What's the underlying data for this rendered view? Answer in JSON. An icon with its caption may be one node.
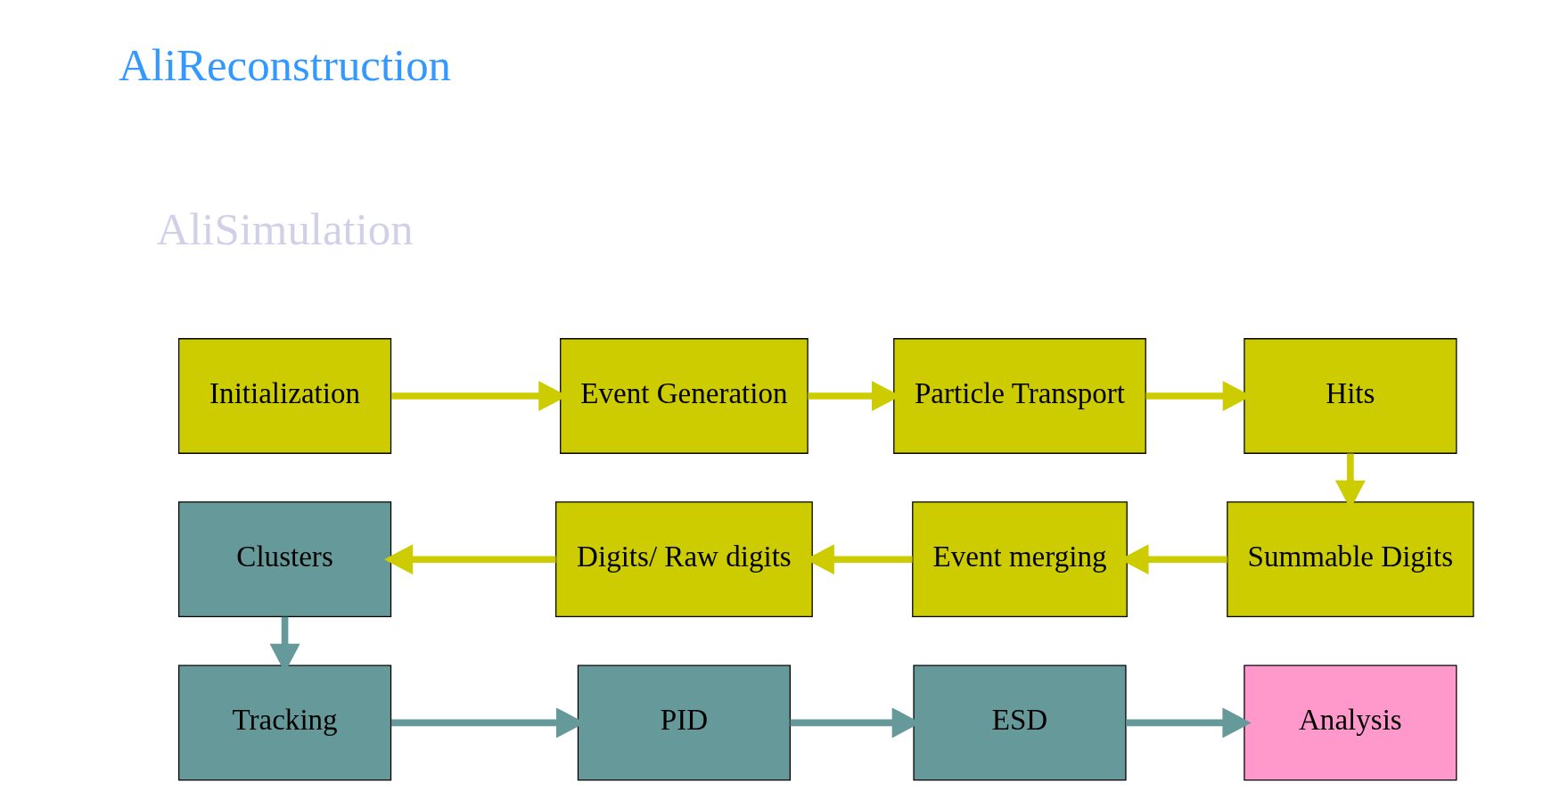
{
  "diagram": {
    "nodes": [
      {
        "text": [
          "Initialization"
        ]
      },
      {
        "text": [
          "Event Generation"
        ]
      },
      {
        "text": [
          "Particle Transport"
        ]
      },
      {
        "text": [
          "Hits"
        ]
      },
      {
        "text": [
          "Summable Digits"
        ]
      },
      {
        "text": [
          "Event merging"
        ]
      },
      {
        "text": [
          "Digits/ Raw digits"
        ]
      },
      {
        "text": [
          "Clusters"
        ]
      },
      {
        "text": [
          "Tracking"
        ]
      },
      {
        "text": [
          "PID"
        ]
      },
      {
        "text": [
          "ESD"
        ]
      },
      {
        "text": [
          "Analysis"
        ]
      }
    ],
    "edges": [
      {
        "from": 0,
        "to": 1,
        "arrow": "to"
      },
      {
        "from": 1,
        "to": 2,
        "arrow": "to"
      },
      {
        "from": 2,
        "to": 3,
        "arrow": "to"
      },
      {
        "from": 3,
        "to": 4,
        "arrow": "to"
      },
      {
        "from": 4,
        "to": 5,
        "arrow": "to"
      },
      {
        "from": 5,
        "to": 6,
        "arrow": "to"
      },
      {
        "from": 6,
        "to": 7,
        "arrow": "to"
      },
      {
        "from": 7,
        "to": 8,
        "arrow": "to",
        "color": "#669999"
      },
      {
        "from": 8,
        "to": 9,
        "arrow": "to",
        "color": "#669999"
      },
      {
        "from": 9,
        "to": 10,
        "arrow": "to",
        "color": "#669999"
      },
      {
        "from": 10,
        "to": 11,
        "arrow": "to",
        "color": "#669999"
      }
    ],
    "labels": [
      "AliSimulation",
      "AliReconstruction"
    ]
  }
}
